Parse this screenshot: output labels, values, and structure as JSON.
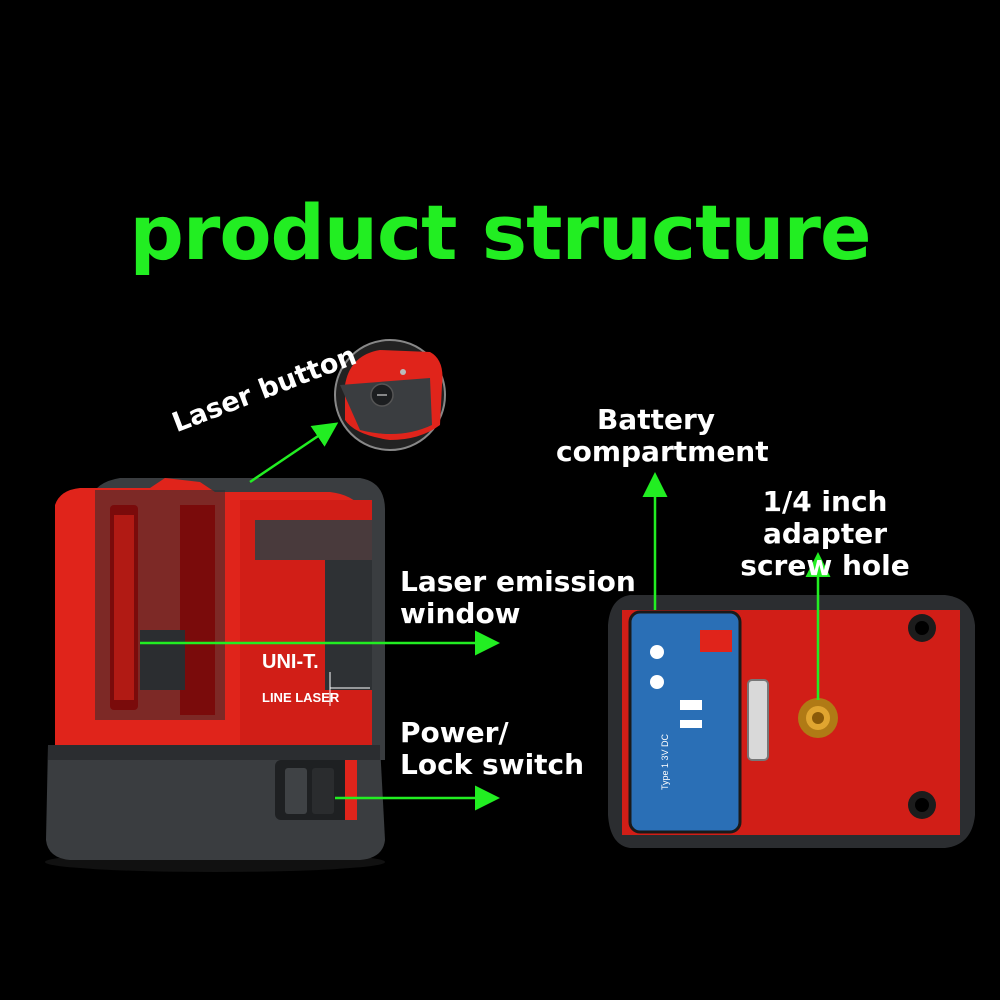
{
  "title": "product structure",
  "labels": {
    "laser_button": "Laser button",
    "battery_line1": "Battery",
    "battery_line2": "compartment",
    "adapter_line1": "1/4 inch adapter",
    "adapter_line2": "screw hole",
    "emission_line1": "Laser emission",
    "emission_line2": "window",
    "power_line1": "Power/",
    "power_line2": "Lock switch"
  },
  "device": {
    "brand": "UNI-T",
    "model_text": "LINE LASER",
    "battery_label_text": "Type 1  3V DC"
  },
  "colors": {
    "background": "#000000",
    "accent_green": "#22ee22",
    "body_red": "#e0241b",
    "body_dark": "#3a3d40",
    "label_blue": "#2a6fb6"
  }
}
